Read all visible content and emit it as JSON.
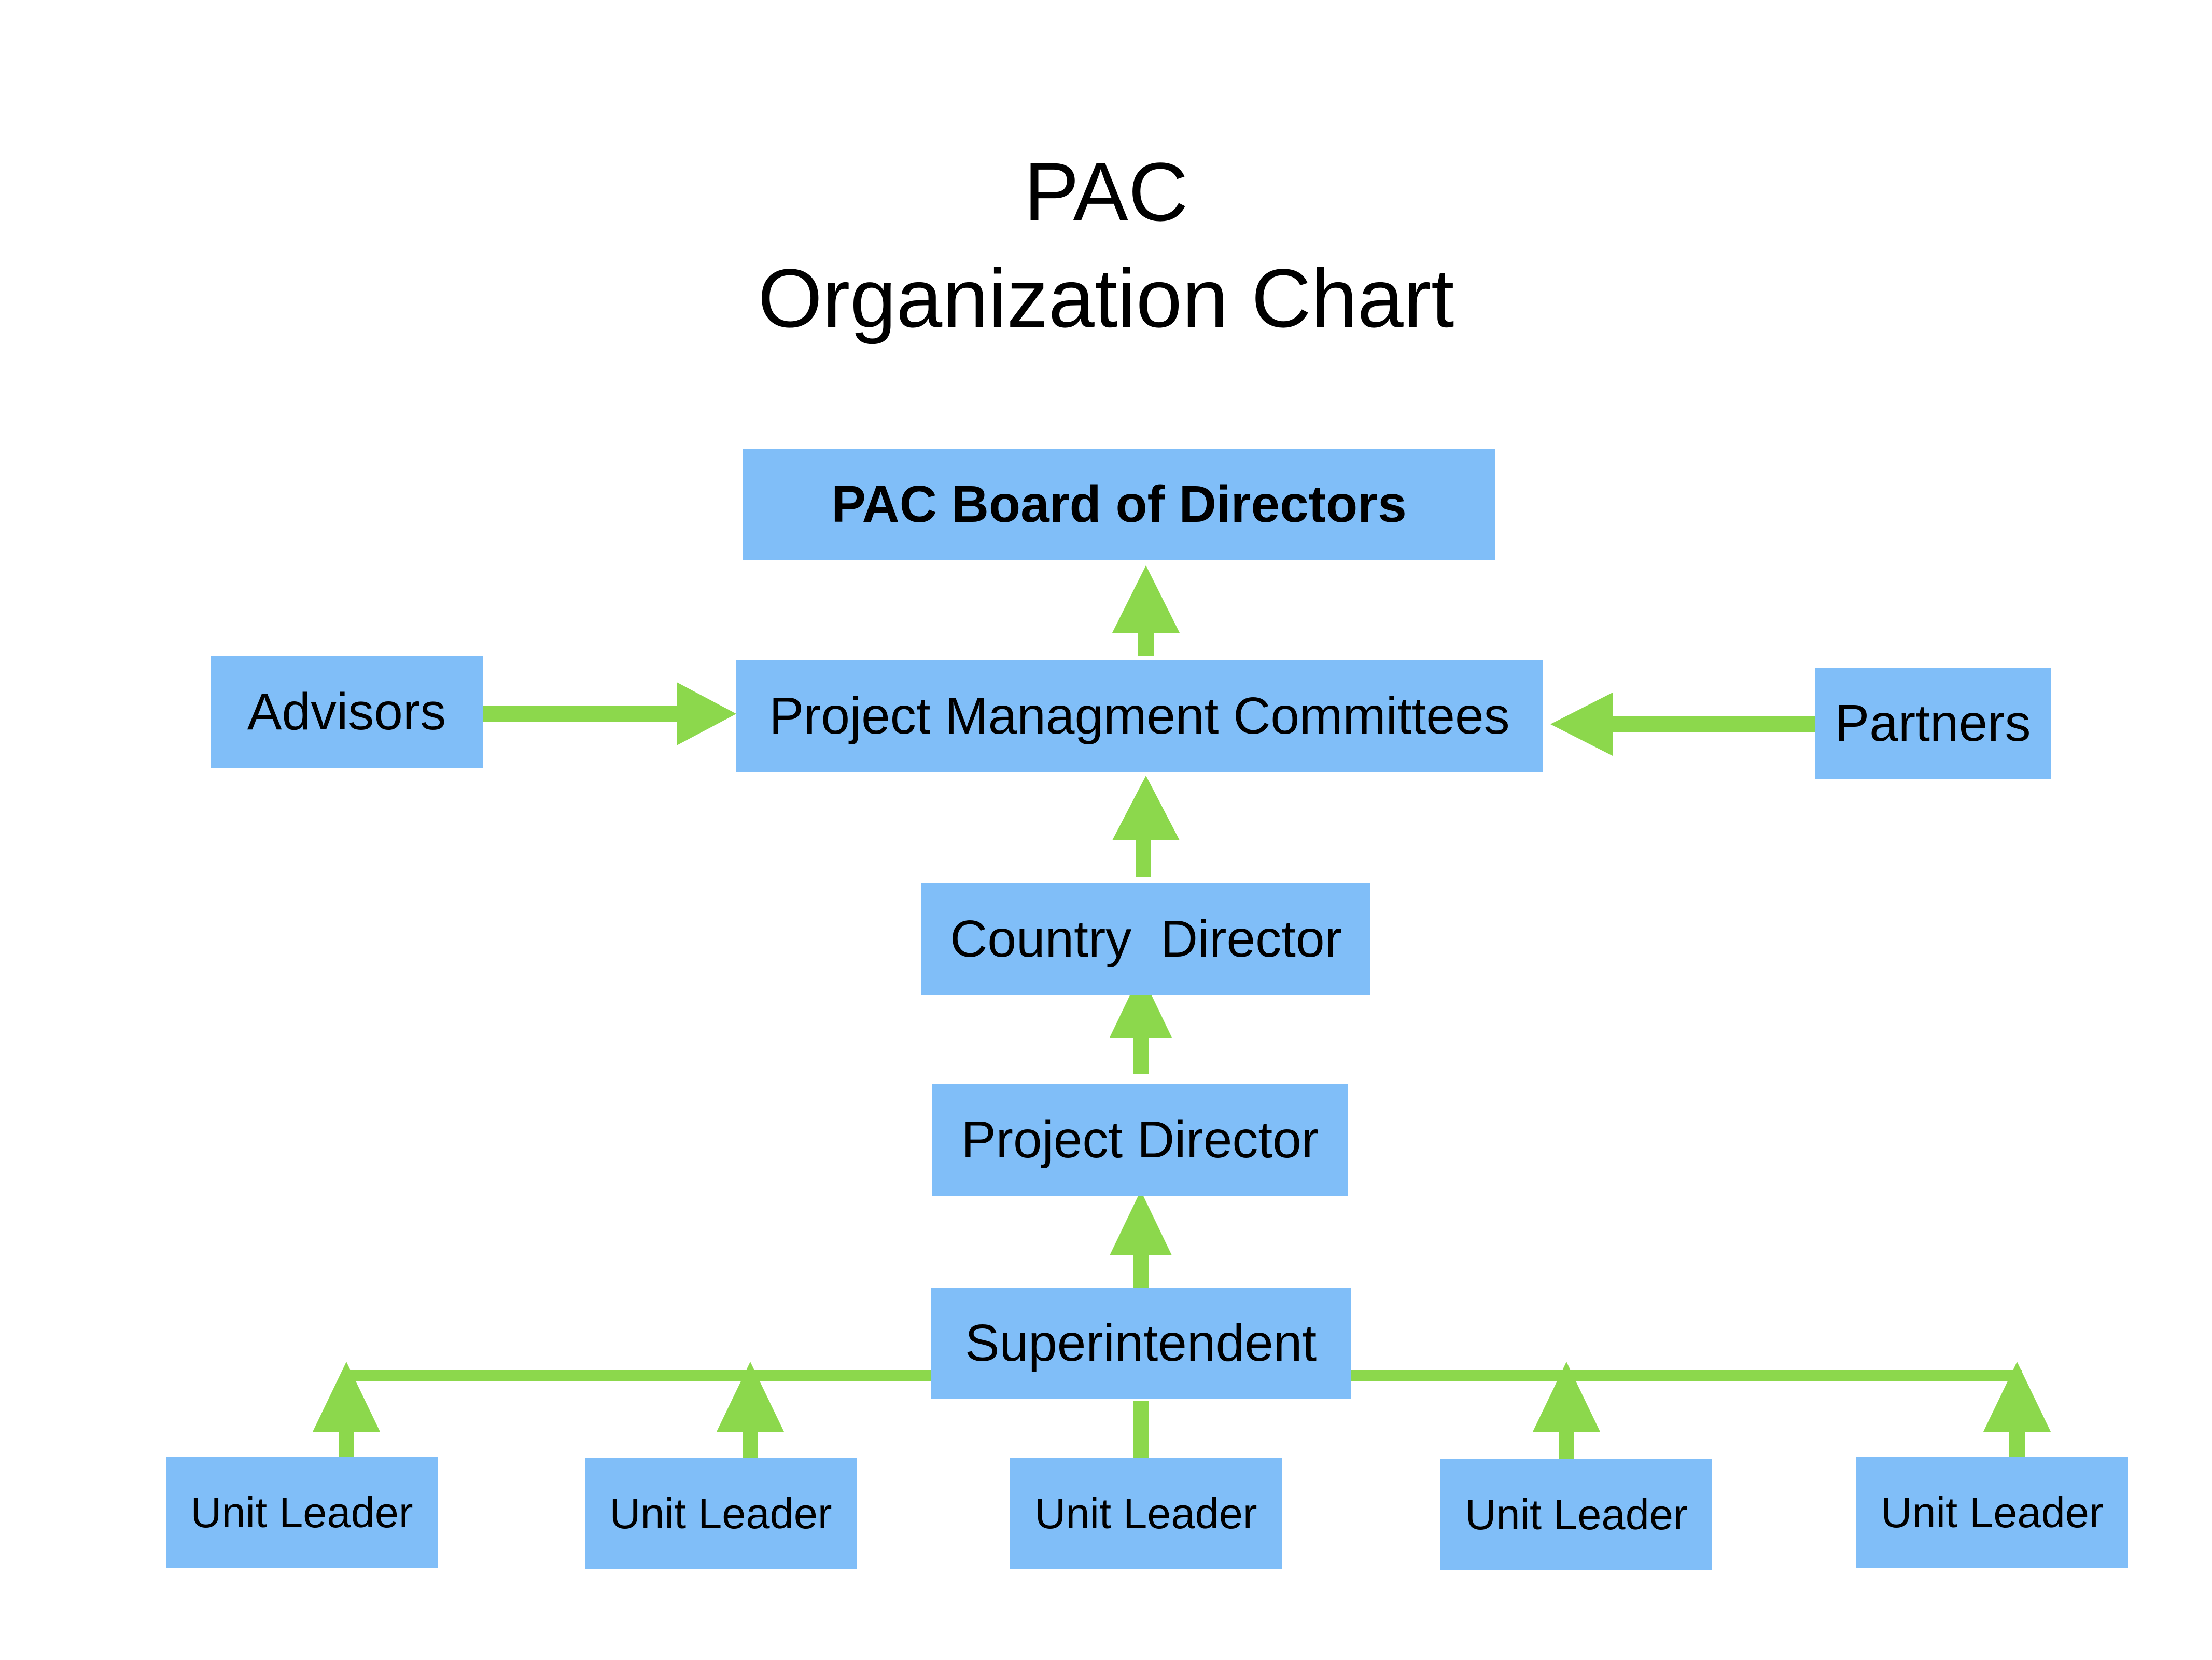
{
  "title": {
    "line1": "PAC",
    "line2": "Organization Chart"
  },
  "nodes": {
    "board": "PAC Board of Directors",
    "advisors": "Advisors",
    "pmc": "Project Managment Committees",
    "partners": "Partners",
    "country_director": "Country  Director",
    "project_director": "Project Director",
    "superintendent": "Superintendent",
    "unit_leaders": [
      "Unit Leader",
      "Unit Leader",
      "Unit Leader",
      "Unit Leader",
      "Unit Leader"
    ]
  },
  "edges": [
    {
      "from": "advisors",
      "to": "pmc"
    },
    {
      "from": "partners",
      "to": "pmc"
    },
    {
      "from": "pmc",
      "to": "board"
    },
    {
      "from": "country_director",
      "to": "pmc"
    },
    {
      "from": "project_director",
      "to": "country_director"
    },
    {
      "from": "superintendent",
      "to": "project_director"
    },
    {
      "from": "unit_leaders.0",
      "to": "superintendent"
    },
    {
      "from": "unit_leaders.1",
      "to": "superintendent"
    },
    {
      "from": "unit_leaders.2",
      "to": "superintendent"
    },
    {
      "from": "unit_leaders.3",
      "to": "superintendent"
    },
    {
      "from": "unit_leaders.4",
      "to": "superintendent"
    }
  ],
  "colors": {
    "box_fill": "#80BEF8",
    "arrow": "#8CD84C",
    "text": "#000000"
  }
}
